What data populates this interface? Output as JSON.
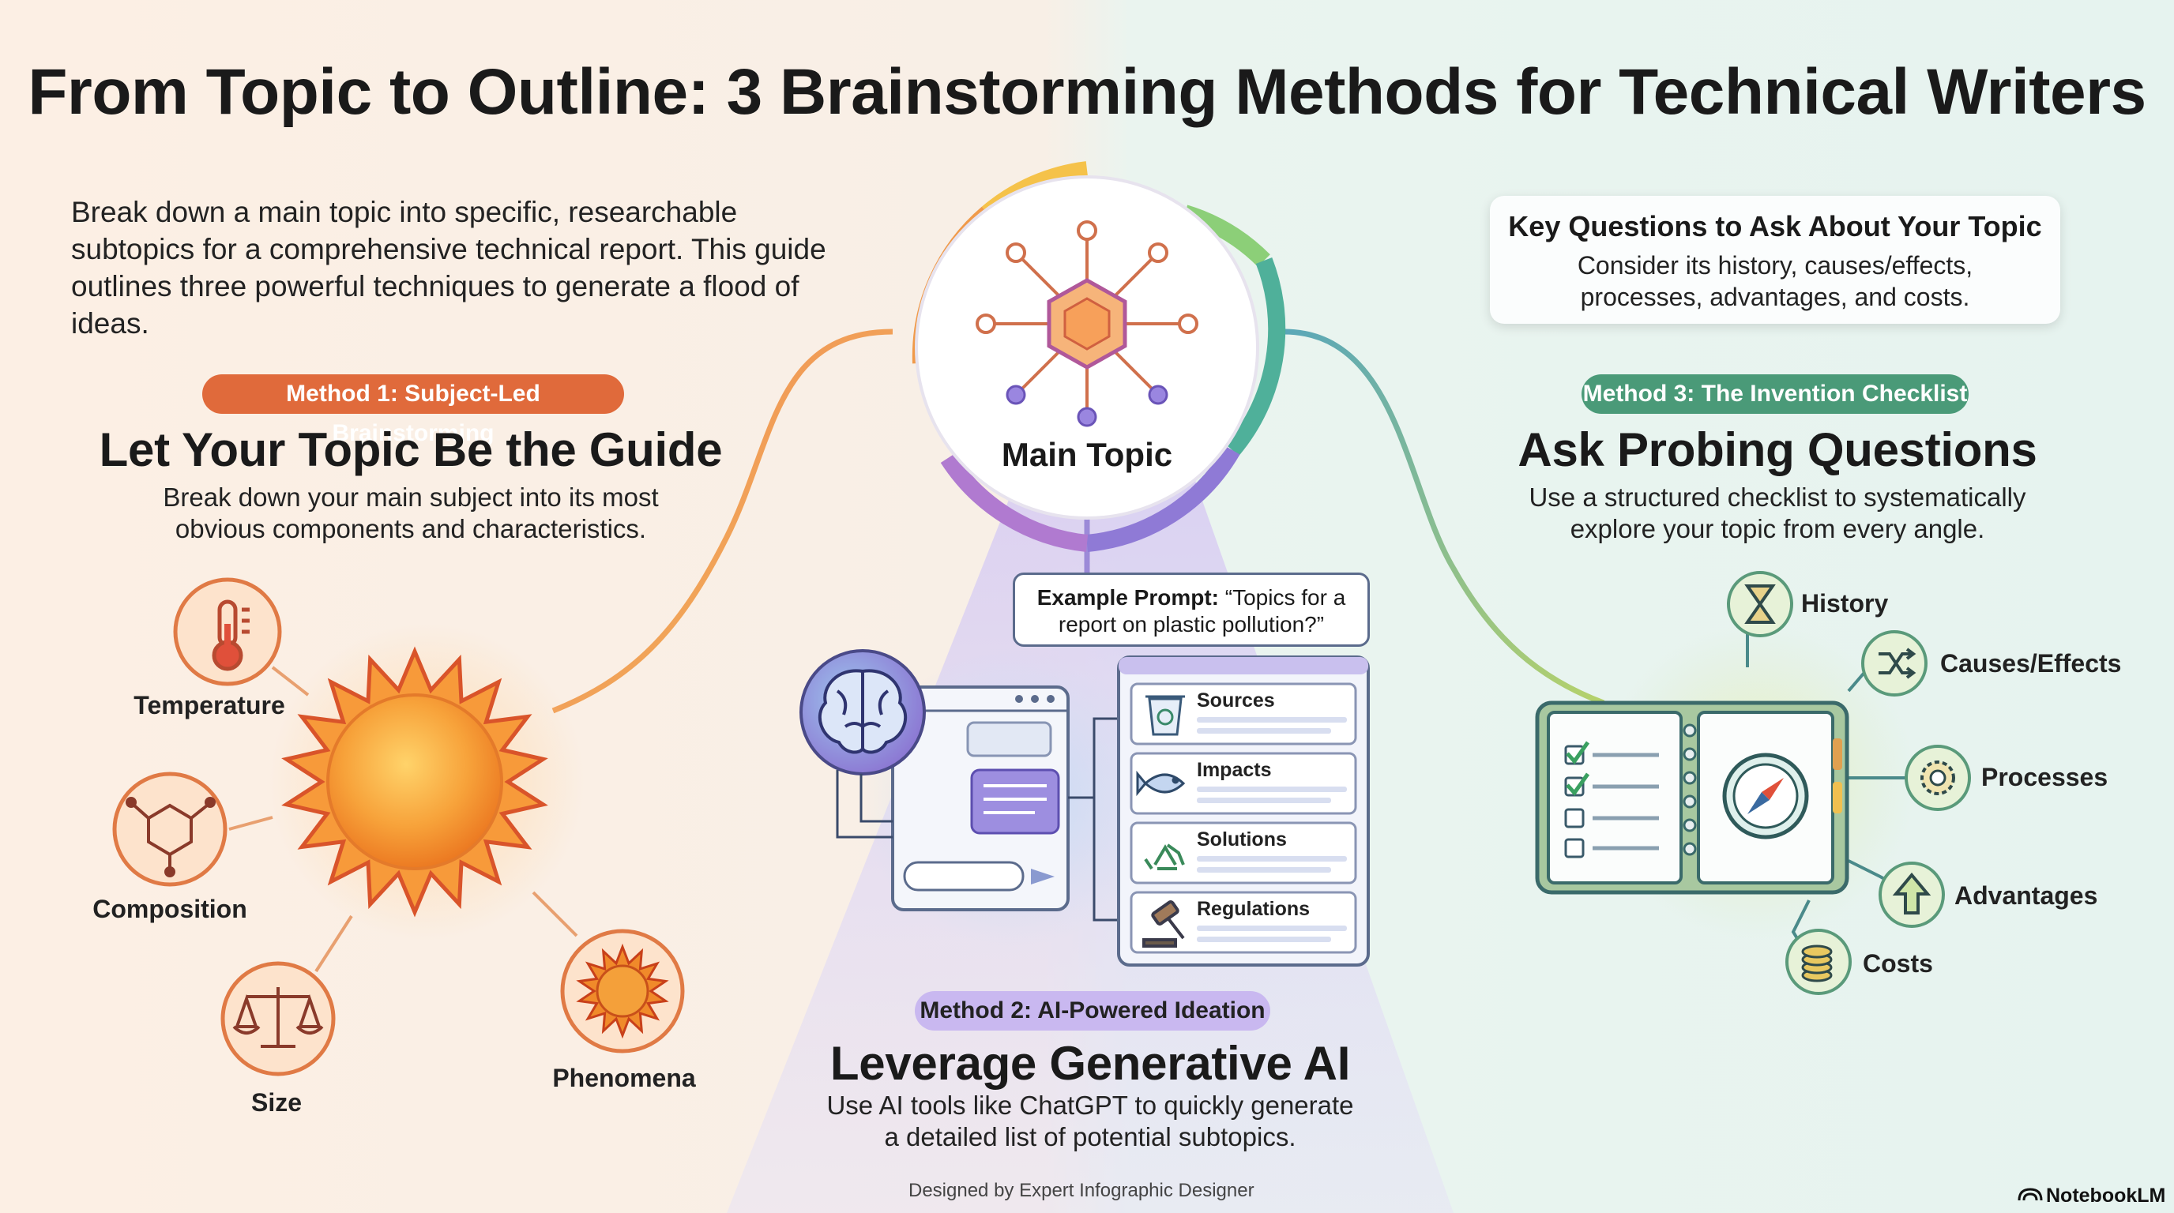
{
  "title": "From Topic to Outline: 3 Brainstorming Methods for Technical Writers",
  "intro": "Break down a main topic into specific, researchable subtopics for a comprehensive technical report. This guide outlines three powerful techniques to generate a flood of ideas.",
  "key_questions": {
    "heading": "Key Questions to Ask About Your Topic",
    "text": "Consider its history, causes/effects, processes, advantages, and costs."
  },
  "hub": {
    "label": "Main Topic"
  },
  "method1": {
    "pill": "Method 1: Subject-Led Brainstorming",
    "heading": "Let Your Topic Be the Guide",
    "description": "Break down your main subject into its most obvious components and characteristics.",
    "color": "#e06a3b",
    "nodes": [
      {
        "label": "Temperature",
        "icon": "thermometer-icon"
      },
      {
        "label": "Composition",
        "icon": "molecule-icon"
      },
      {
        "label": "Size",
        "icon": "scales-icon"
      },
      {
        "label": "Phenomena",
        "icon": "flare-icon"
      }
    ]
  },
  "method2": {
    "pill": "Method 2: AI-Powered Ideation",
    "heading": "Leverage Generative AI",
    "description": "Use AI tools like ChatGPT to quickly generate a detailed list of potential subtopics.",
    "color": "#8a7ad6",
    "prompt_label": "Example Prompt:",
    "prompt_text": "“Topics for a report on plastic pollution?”",
    "cards": [
      {
        "label": "Sources",
        "icon": "recycle-bin-icon"
      },
      {
        "label": "Impacts",
        "icon": "fish-icon"
      },
      {
        "label": "Solutions",
        "icon": "recycle-icon"
      },
      {
        "label": "Regulations",
        "icon": "gavel-icon"
      }
    ]
  },
  "method3": {
    "pill": "Method 3: The Invention Checklist",
    "heading": "Ask Probing Questions",
    "description": "Use a structured checklist to systematically explore your topic from every angle.",
    "color": "#4a9a78",
    "nodes": [
      {
        "label": "History",
        "icon": "hourglass-icon"
      },
      {
        "label": "Causes/Effects",
        "icon": "shuffle-icon"
      },
      {
        "label": "Processes",
        "icon": "gear-icon"
      },
      {
        "label": "Advantages",
        "icon": "arrow-up-icon"
      },
      {
        "label": "Costs",
        "icon": "coins-icon"
      }
    ]
  },
  "footer": "Designed by Expert Infographic Designer",
  "brand": "NotebookLM"
}
